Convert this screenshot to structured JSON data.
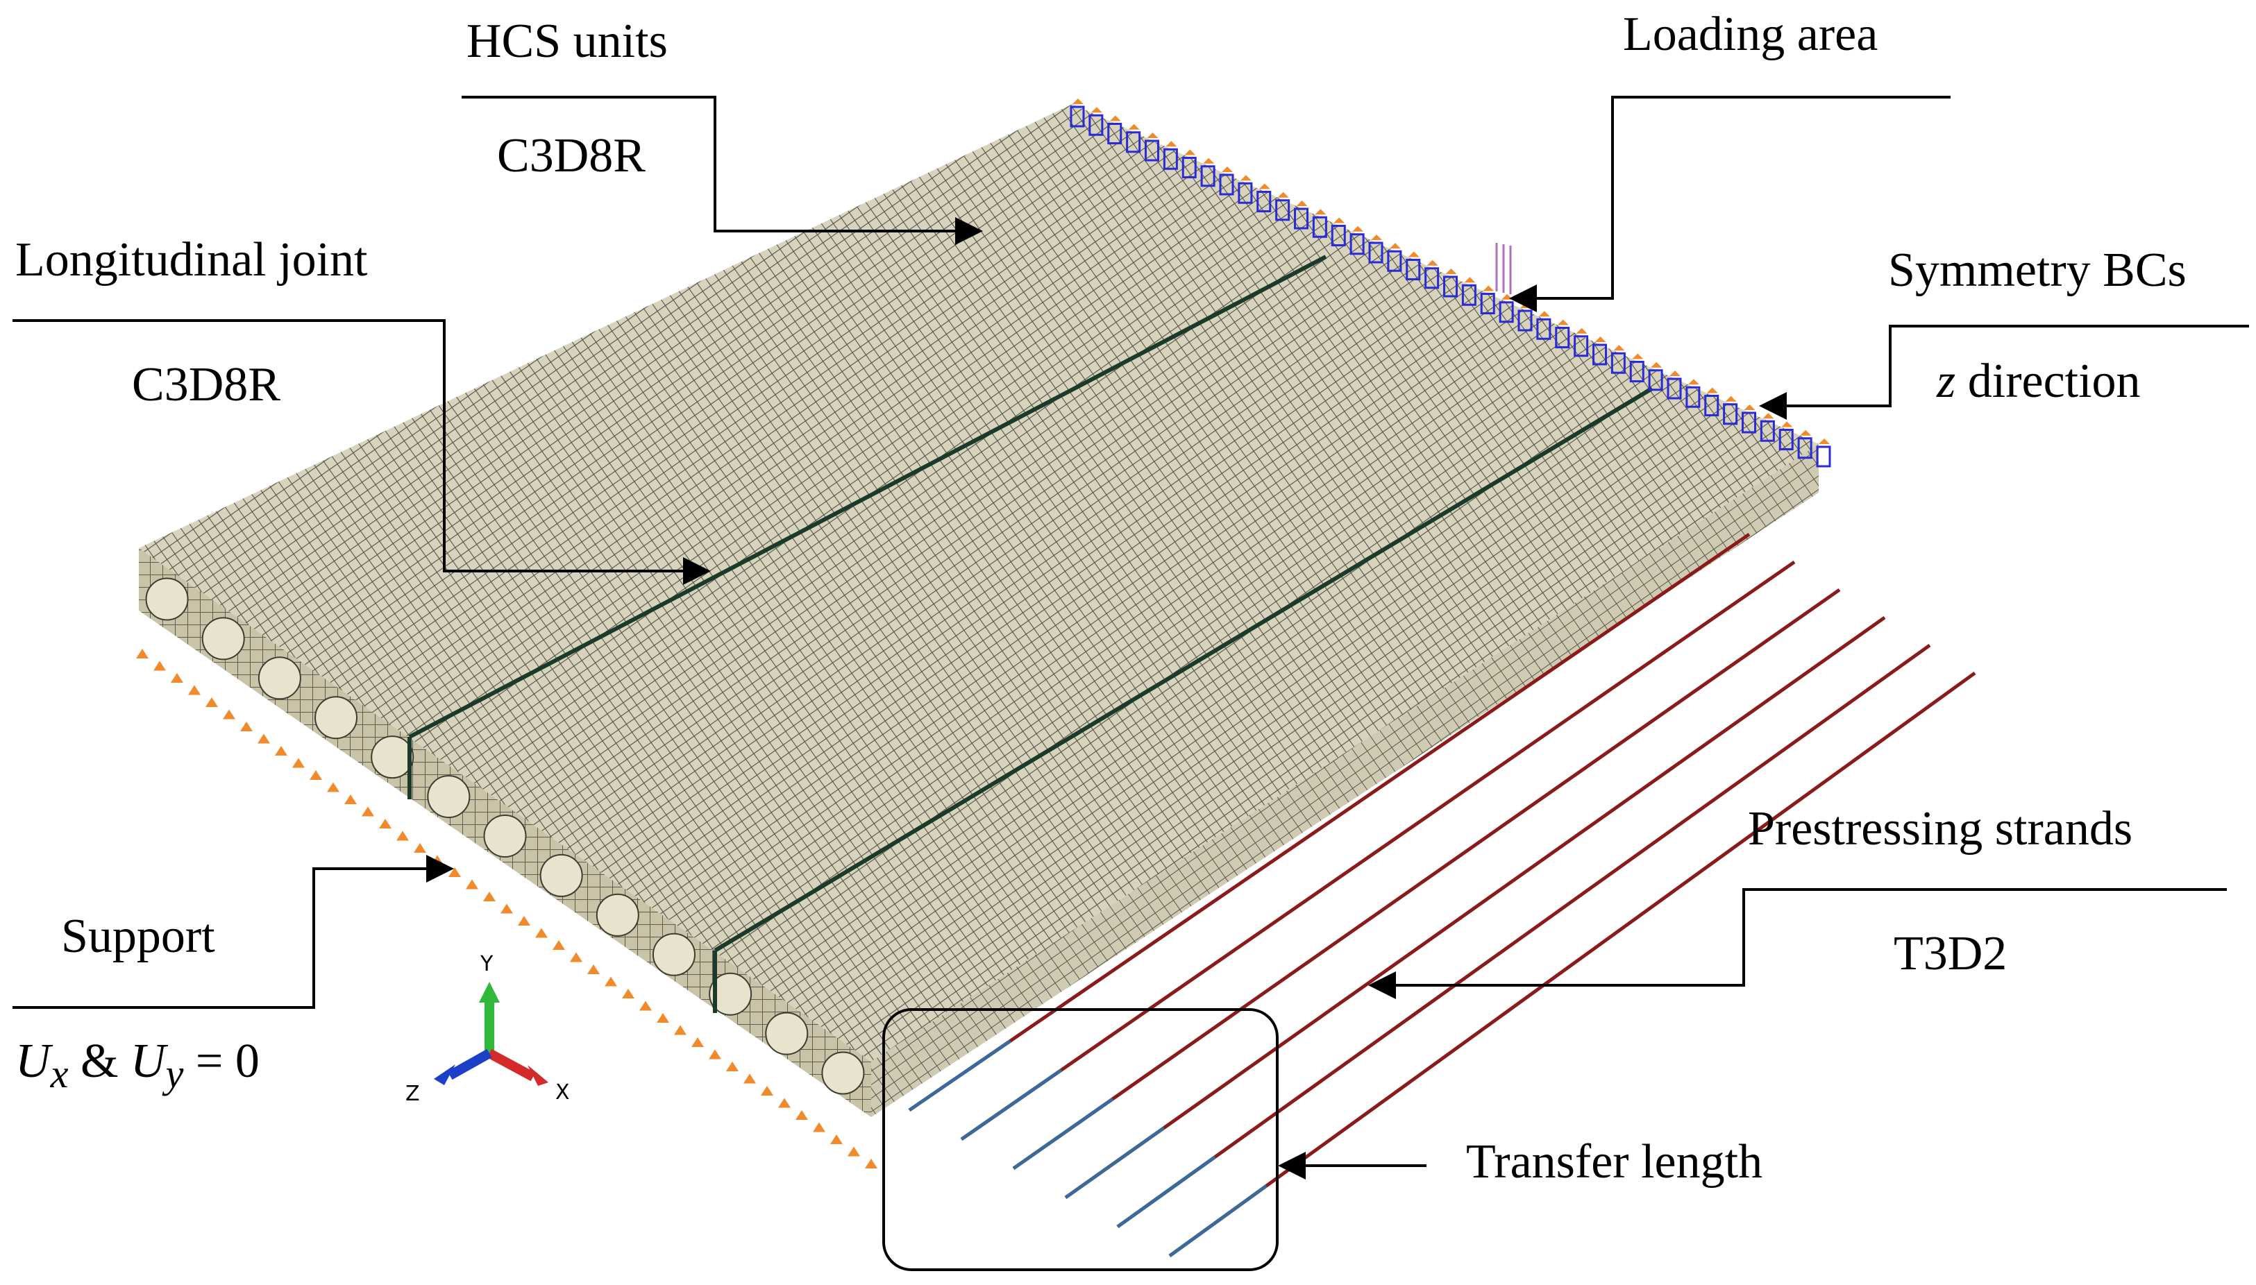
{
  "labels": {
    "hcs_units": "HCS units",
    "hcs_element": "C3D8R",
    "loading_area": "Loading area",
    "long_joint": "Longitudinal joint",
    "long_joint_element": "C3D8R",
    "symmetry": "Symmetry BCs",
    "symmetry_var": "z",
    "symmetry_rest": " direction",
    "prestress": "Prestressing strands",
    "prestress_element": "T3D2",
    "support": "Support",
    "transfer_length": "Transfer length"
  },
  "support_condition": {
    "u1": "U",
    "u1_sub": "x",
    "amp": " & ",
    "u2": "U",
    "u2_sub": "y",
    "eq": " = 0"
  },
  "triad": {
    "y": "Y",
    "x": "X",
    "z": "Z"
  },
  "colors": {
    "mesh_fill": "#d8d3bd",
    "mesh_line": "#3d3d33",
    "joint": "#1b3a2a",
    "strand": "#8b1a1a",
    "support_marker": "#f08a2a",
    "symmetry_marker": "#2a2ad8",
    "axis_y": "#2fb83a",
    "axis_x": "#d42a2a",
    "axis_z": "#1c3fc8"
  }
}
